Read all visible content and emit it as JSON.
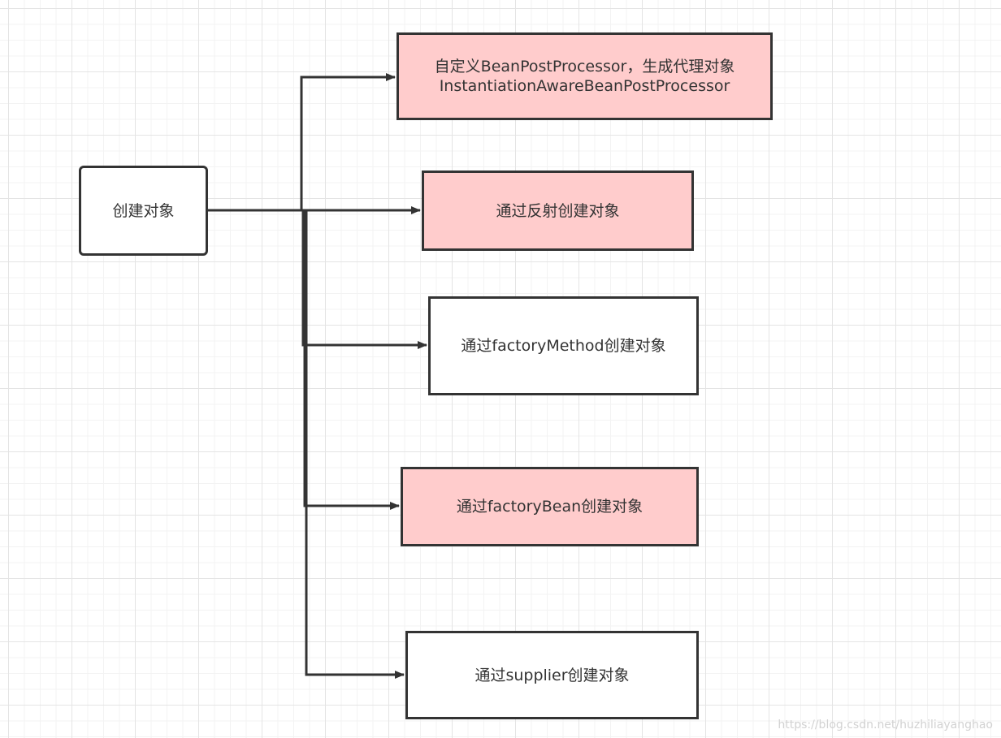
{
  "diagram": {
    "root": {
      "label": "创建对象"
    },
    "targets": [
      {
        "label_lines": [
          "自定义BeanPostProcessor，生成代理对象",
          "InstantiationAwareBeanPostProcessor"
        ],
        "fill": "#ffcccc"
      },
      {
        "label_lines": [
          "通过反射创建对象"
        ],
        "fill": "#ffcccc"
      },
      {
        "label_lines": [
          "通过factoryMethod创建对象"
        ],
        "fill": "#ffffff"
      },
      {
        "label_lines": [
          "通过factoryBean创建对象"
        ],
        "fill": "#ffcccc"
      },
      {
        "label_lines": [
          "通过supplier创建对象"
        ],
        "fill": "#ffffff"
      }
    ]
  },
  "colors": {
    "stroke": "#333333",
    "highlight_fill": "#ffcccc",
    "plain_fill": "#ffffff",
    "grid": "#e4e4e4"
  },
  "watermark": "https://blog.csdn.net/huzhiliayanghao"
}
